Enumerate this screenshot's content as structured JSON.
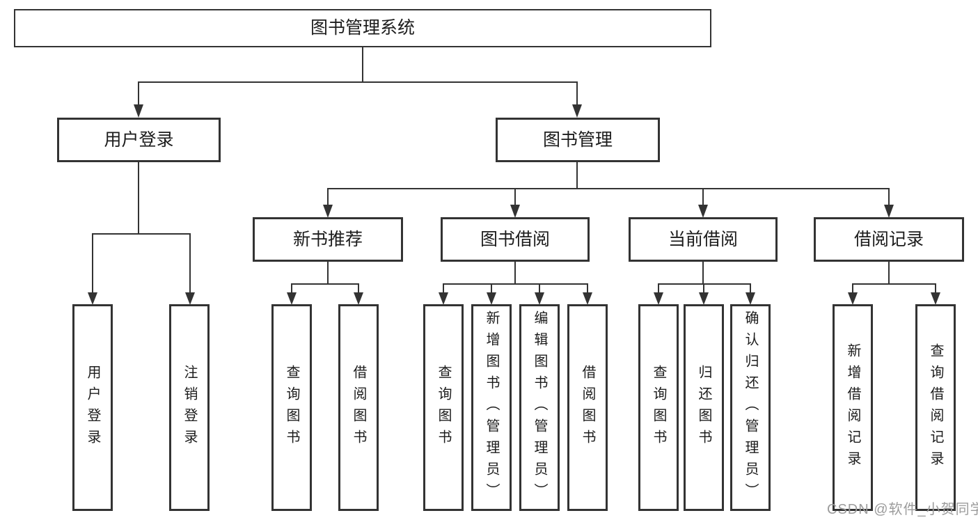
{
  "diagram": {
    "root": {
      "label": "图书管理系统"
    },
    "level2": [
      {
        "label": "用户登录"
      },
      {
        "label": "图书管理"
      }
    ],
    "level3": [
      {
        "label": "新书推荐"
      },
      {
        "label": "图书借阅"
      },
      {
        "label": "当前借阅"
      },
      {
        "label": "借阅记录"
      }
    ],
    "leaves": [
      {
        "label": "用户登录"
      },
      {
        "label": "注销登录"
      },
      {
        "label": "查询图书"
      },
      {
        "label": "借阅图书"
      },
      {
        "label": "查询图书"
      },
      {
        "label": "新增图书（管理员）"
      },
      {
        "label": "编辑图书（管理员）"
      },
      {
        "label": "借阅图书"
      },
      {
        "label": "查询图书"
      },
      {
        "label": "归还图书"
      },
      {
        "label": "确认归还（管理员）"
      },
      {
        "label": "新增借阅记录"
      },
      {
        "label": "查询借阅记录"
      }
    ]
  },
  "watermark": {
    "text": "CSDN @软件_小贺同学"
  },
  "colors": {
    "line": "#333333",
    "text": "#1c1c1c",
    "watermark": "#9c9c9c",
    "background": "#ffffff"
  }
}
